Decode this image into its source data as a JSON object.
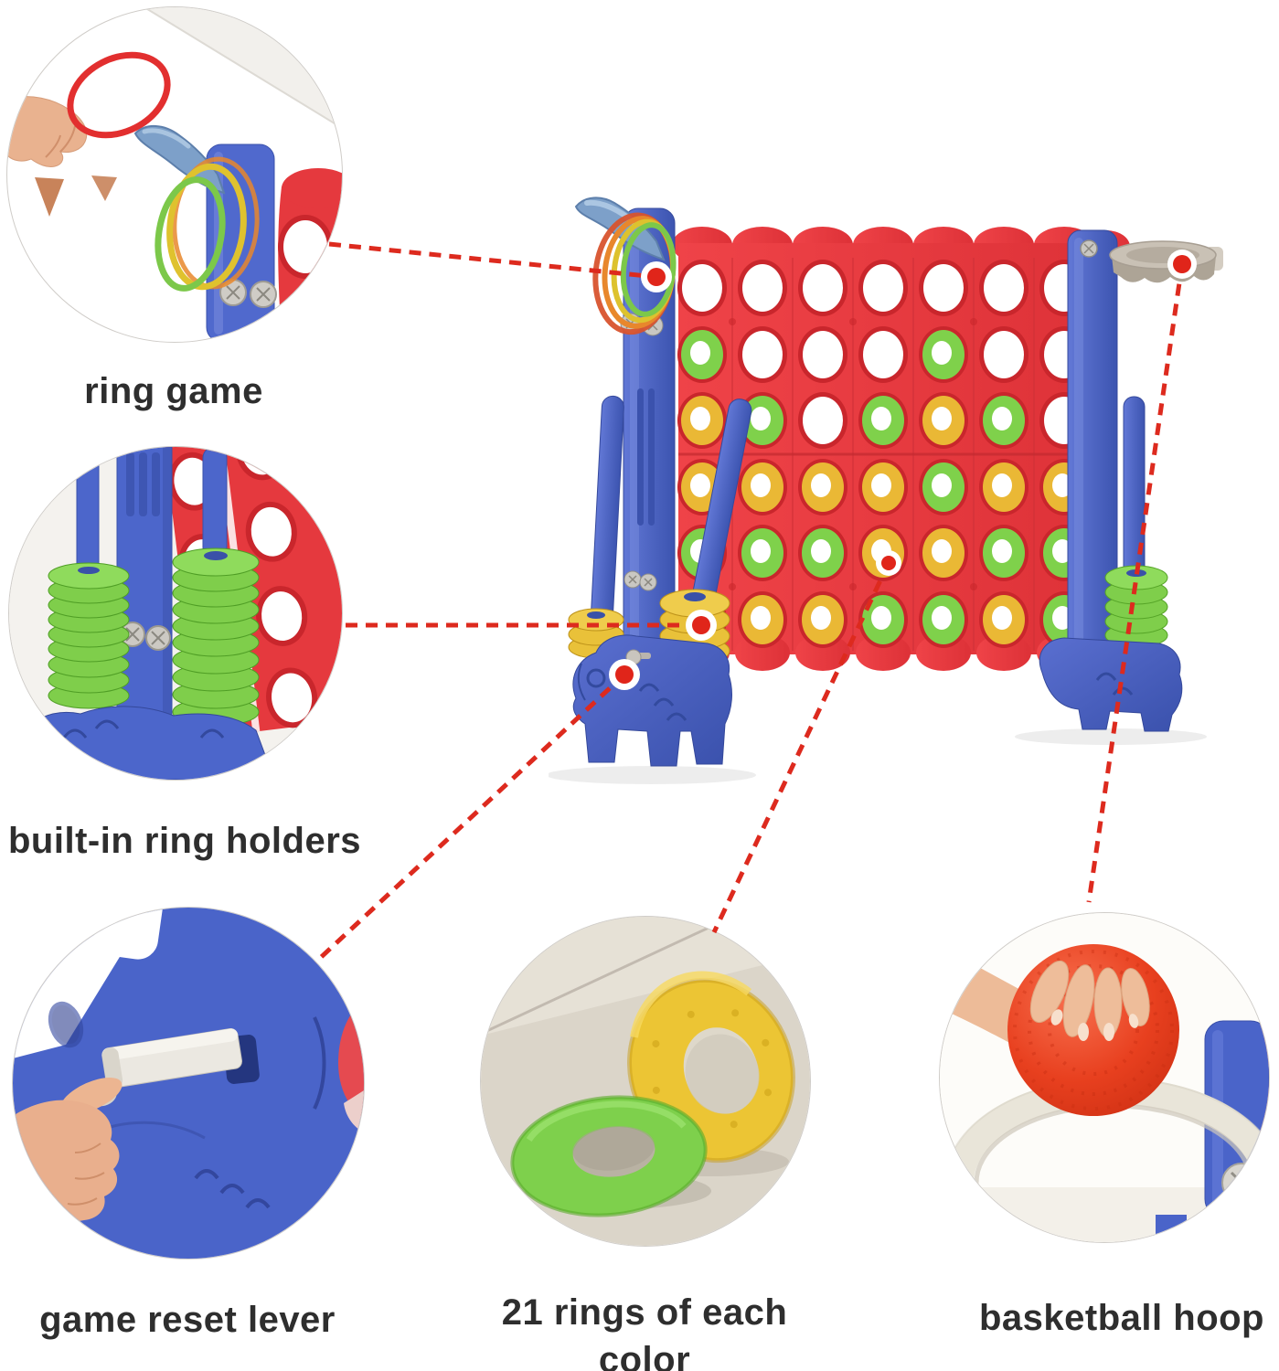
{
  "callouts": {
    "ring_game": {
      "label": "ring game"
    },
    "ring_holders": {
      "label": "built-in ring holders"
    },
    "reset_lever": {
      "label": "game reset lever"
    },
    "rings_count": {
      "label_line1": "21 rings of each",
      "label_line2": "color"
    },
    "basketball_hoop": {
      "label": "basketball hoop"
    }
  },
  "colors": {
    "board_red": "#e5393e",
    "board_red_dark": "#c9262c",
    "frame_blue": "#4c66cb",
    "frame_blue_dark": "#3a51a8",
    "disc_green": "#7fd14b",
    "disc_yellow": "#eab835",
    "ring_orange": "#e8872c",
    "ring_red": "#d8532e",
    "hook_blue": "#7da0c9",
    "hoop_gray": "#b9b0a4",
    "ball_red": "#e8401f",
    "skin": "#e9b28f",
    "callout_red": "#dd2a1e",
    "label_text": "#2e2e2e"
  },
  "product": {
    "board": {
      "columns": 7,
      "rows": 6,
      "grid": [
        "EEEEEEE",
        "GEEEGEE",
        "YGEGYGE",
        "YYYYGYY",
        "GGGYYGG",
        "YYYGGYG"
      ],
      "legend": {
        "E": "empty",
        "G": "green disc",
        "Y": "yellow disc"
      }
    },
    "ring_stacks": {
      "front_left_yellow_rings": 3,
      "front_right_yellow_rings": 4,
      "right_post_green_rings": 5
    }
  }
}
